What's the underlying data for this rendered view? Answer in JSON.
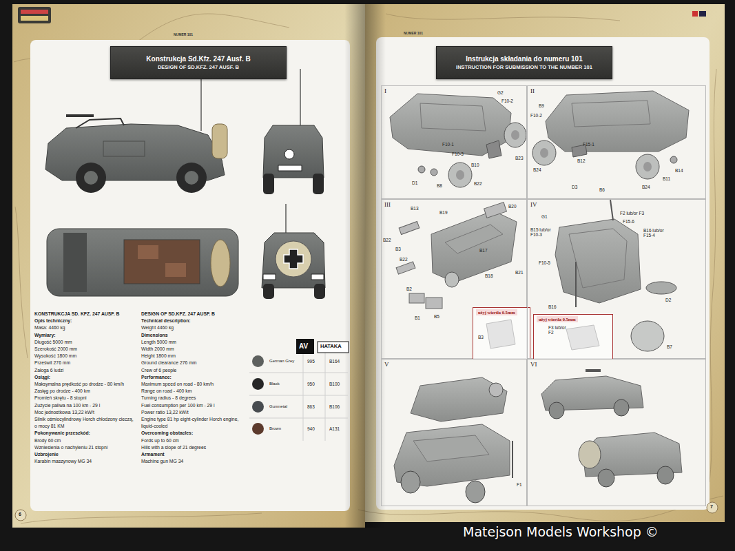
{
  "diagram": {
    "nodes": [
      {
        "text": [
          "Konstrukcja Sd.Kfz. 247 Ausf. B",
          "DESIGN OF SD.KFZ. 247 AUSF. B"
        ]
      },
      {
        "text": [
          "Instrukcja składania do numeru 101",
          "INSTRUCTION FOR SUBMISSION TO THE NUMBER 101"
        ]
      },
      {
        "text": [
          "I"
        ]
      },
      {
        "text": [
          "II"
        ]
      },
      {
        "text": [
          "III"
        ]
      },
      {
        "text": [
          "IV"
        ]
      },
      {
        "text": [
          "V"
        ]
      },
      {
        "text": [
          "VI"
        ]
      },
      {
        "text": [
          "użyj wiertła 0.5mm"
        ],
        "in": 4
      },
      {
        "text": [
          "użyj wiertła 0.5mm"
        ],
        "in": 5
      }
    ],
    "edges": [],
    "labels": [
      "NUMER 101",
      "NUMER 101",
      "KONSTRUKCJA SD. KFZ. 247 AUSF. B",
      "Opis techniczny:",
      "Masa: 4460 kg",
      "Wymiary:",
      "Długość 5000 mm",
      "Szerokość 2000 mm",
      "Wysokość 1800 mm",
      "Prześwit 276 mm",
      "Załoga 6 ludzi",
      "Osiągi:",
      "Maksymalna prędkość po drodze - 80 km/h",
      "Zasięg po drodze - 400 km",
      "Promień skrętu - 8 stopni",
      "Zużycie paliwa na 100 km - 29 l",
      "Moc jednostkowa 13,22 kW/t",
      "Silnik ośmiocylindrowy Horch chłodzony cieczą, o mocy 81 KM",
      "Pokonywanie przeszkód:",
      "Brody 60 cm",
      "Wzniesienia o nachyleniu 21 stopni",
      "Uzbrojenie",
      "Karabin maszynowy MG 34",
      "DESIGN OF SD.KFZ. 247 AUSF. B",
      "Technical description:",
      "Weight 4460 kg",
      "Dimensions",
      "Length 5000 mm",
      "Width 2000 mm",
      "Height 1800 mm",
      "Ground clearance 276 mm",
      "Crew of 6 people",
      "Performance:",
      "Maximum speed on road - 80 km/h",
      "Range on road - 400 km",
      "Turning radius - 8 degrees",
      "Fuel consumption per 100 km - 29 l",
      "Power ratio 13,22 kW/t",
      "Engine type 81 hp eight-cylinder Horch engine, liquid-cooled",
      "Overcoming obstacles:",
      "Fords up to 60 cm",
      "Hills with a slope of 21 degrees",
      "Armament",
      "Machine gun MG 34",
      "AV",
      "HATAKA",
      "995",
      "B164",
      "950",
      "B100",
      "863",
      "B106",
      "940",
      "A131",
      "6",
      "7",
      "G2",
      "F10-2",
      "F10-1",
      "F10-3",
      "B10",
      "B23",
      "D1",
      "B8",
      "B22",
      "B9",
      "F10-2",
      "F15-1",
      "B12",
      "B14",
      "B11",
      "B24",
      "D3",
      "B6",
      "B24",
      "B13",
      "B19",
      "B20",
      "B22",
      "B3",
      "B22",
      "B17",
      "B21",
      "B18",
      "B2",
      "B1",
      "B5",
      "G1",
      "F2 lub/or F3",
      "F15-6",
      "B15 lub/or F10-3",
      "B16 lub/or F15-4",
      "F10-5",
      "D2",
      "B16",
      "B7",
      "B3",
      "F3 lub/or F2",
      "F1",
      "Matejson Models Workshop ©"
    ],
    "legend": [
      {
        "text": "German Grey",
        "color": "#5d605e"
      },
      {
        "text": "Black",
        "color": "#262626"
      },
      {
        "text": "Gunmetal",
        "color": "#484c50"
      },
      {
        "text": "Brown",
        "color": "#5c3a2c"
      }
    ]
  }
}
